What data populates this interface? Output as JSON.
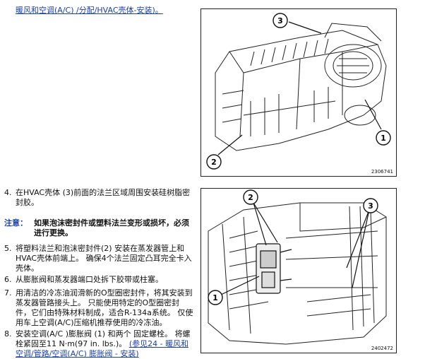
{
  "top_link": "暖风和空调(A/C) /分配/HVAC壳体-安装)。",
  "steps": {
    "s4": {
      "num": "4.",
      "text": "在HVAC壳体 (3)前面的法兰区域周围安装硅树脂密封胶。"
    },
    "note": {
      "label": "注意：",
      "text": "如果泡沫密封件或塑料法兰变形或损坏，必须进行更换。"
    },
    "s5": {
      "num": "5.",
      "text": "将塑料法兰和泡沫密封件(2) 安装在蒸发器管上和HVAC壳体前端上。 确保4个法兰固定凸耳完全卡入壳体。"
    },
    "s6": {
      "num": "6.",
      "text": "从膨胀阀和蒸发器端口处拆下胶带或柱塞。"
    },
    "s7": {
      "num": "7.",
      "text": "用清洁的冷冻油润滑新的O型圈密封件，将其安装到蒸发器管路接头上。 只能使用特定的O型圈密封件，它们由特殊材料制成，适合R-134a系统。 仅使用车上空调(A/C)压缩机推荐使用的冷冻油。"
    },
    "s8": {
      "num": "8.",
      "text": "安装空调(A/C )膨胀阀 (1) 和两个 固定螺栓。 将螺栓紧固至11 N·m(97 in. lbs.)。",
      "link": "(参见24 - 暖风和空调/管路/空调(A/C) 膨胀阀 - 安装)"
    }
  },
  "figure1": {
    "id": "2306741",
    "callouts": [
      "3",
      "1",
      "2"
    ]
  },
  "figure2": {
    "id": "2402472",
    "callouts": [
      "2",
      "3",
      "1"
    ]
  }
}
